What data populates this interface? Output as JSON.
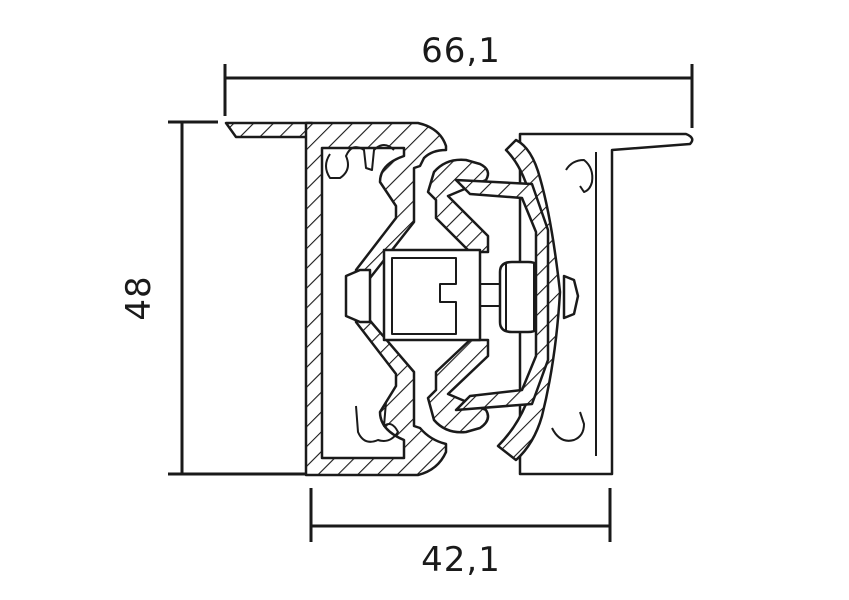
{
  "dimensions": {
    "top_width": "66,1",
    "bottom_width": "42,1",
    "height": "48"
  },
  "colors": {
    "line": "#1a1a1a",
    "background": "#ffffff"
  }
}
